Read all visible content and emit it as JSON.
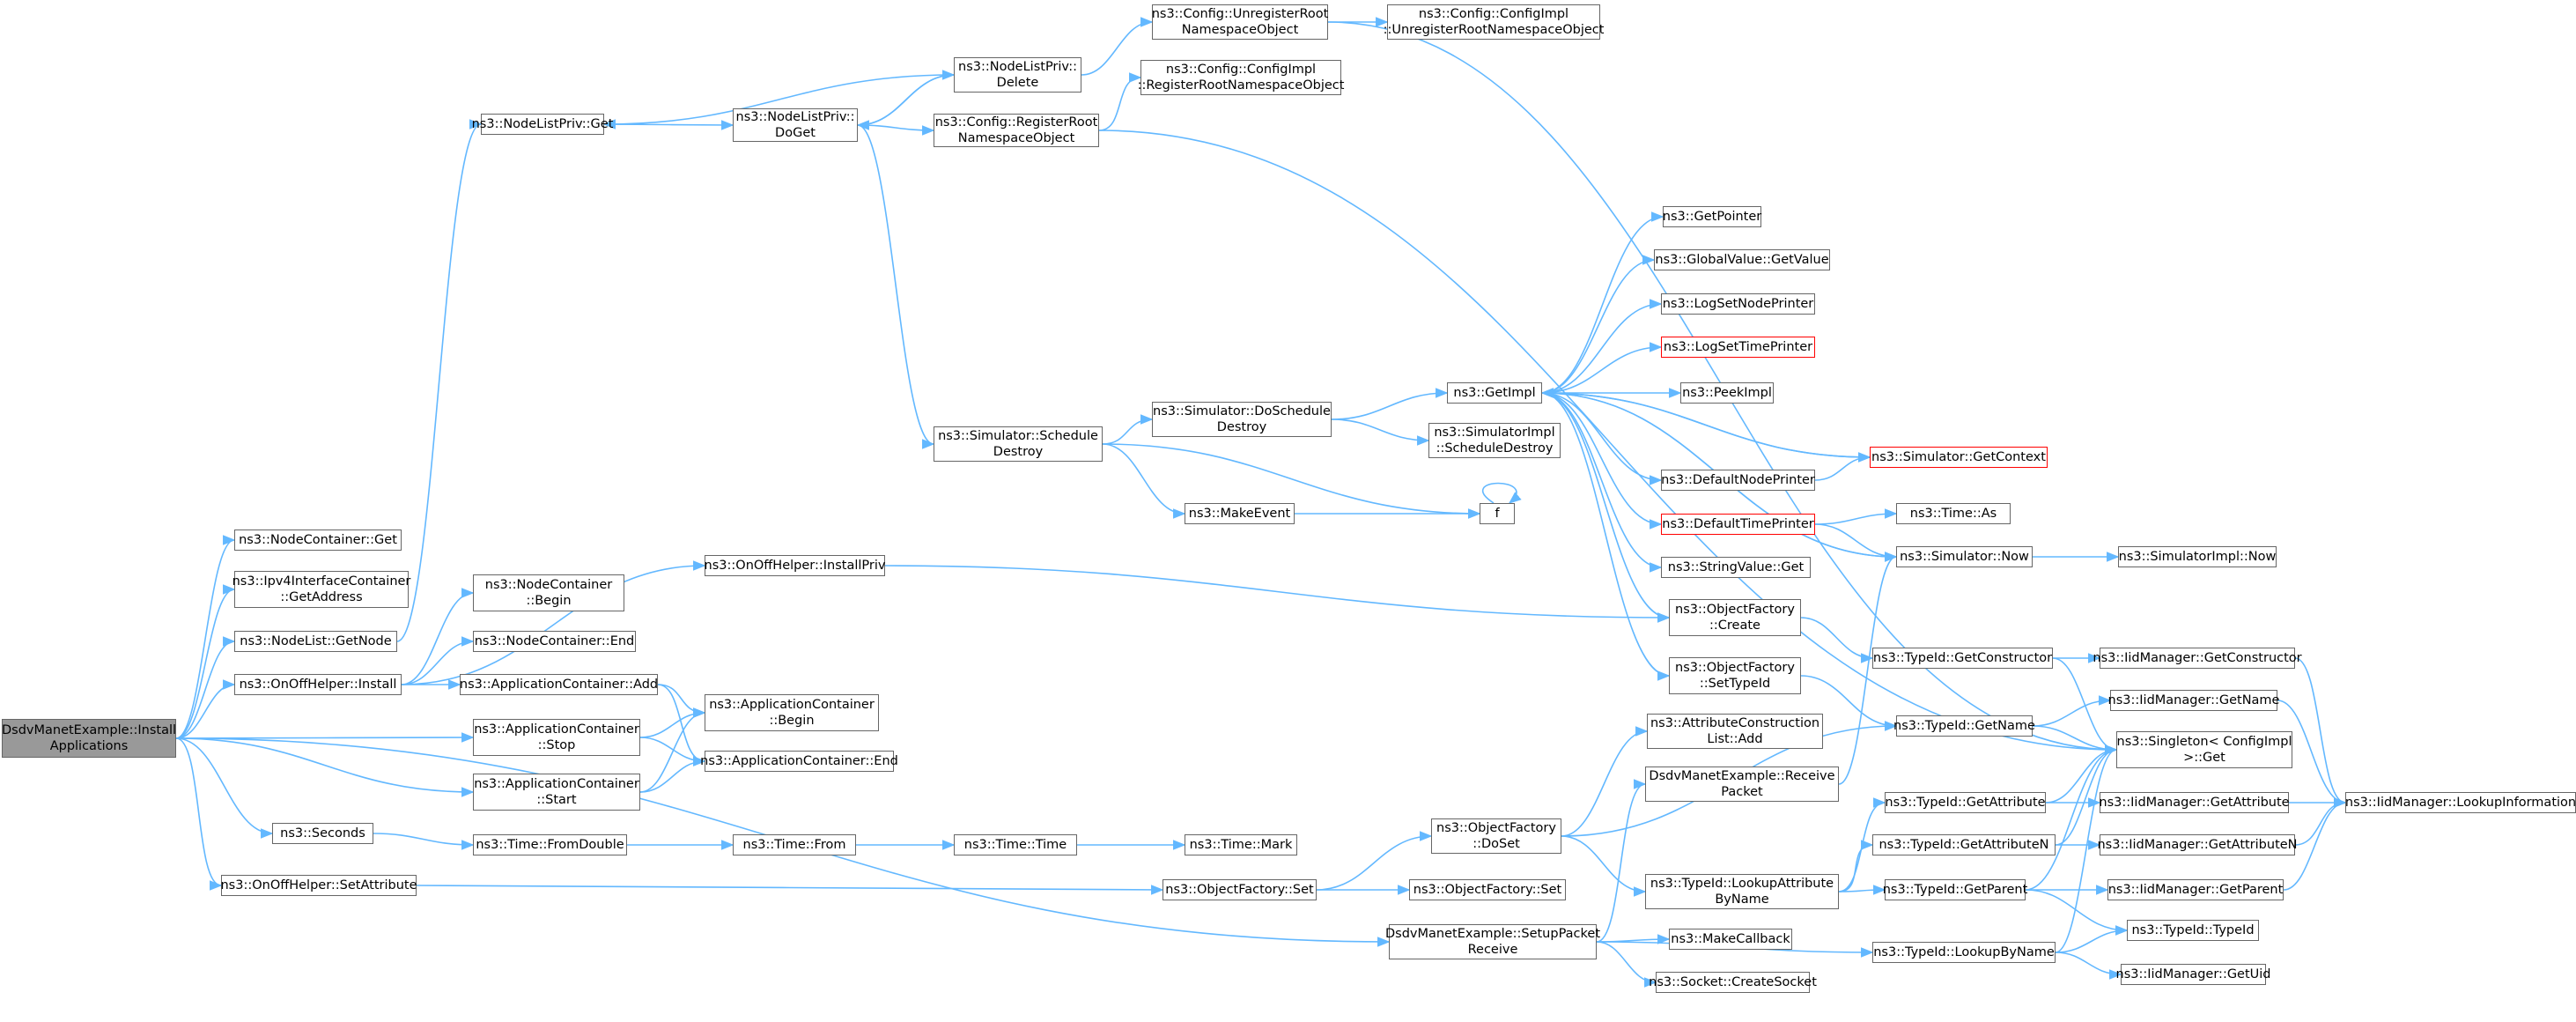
{
  "edge_color": "#63b8ff",
  "node_border_color": "#666666",
  "root_fill": "#999999",
  "truncated_border_color": "#ff0000",
  "nodes": [
    {
      "id": "root",
      "lines": [
        "DsdvManetExample::Install",
        "Applications"
      ],
      "root": true
    },
    {
      "id": "nc_get",
      "lines": [
        "ns3::NodeContainer::Get"
      ]
    },
    {
      "id": "ipv4_getaddr",
      "lines": [
        "ns3::Ipv4InterfaceContainer",
        "::GetAddress"
      ]
    },
    {
      "id": "nodelist_getnode",
      "lines": [
        "ns3::NodeList::GetNode"
      ]
    },
    {
      "id": "onoff_install",
      "lines": [
        "ns3::OnOffHelper::Install"
      ]
    },
    {
      "id": "seconds",
      "lines": [
        "ns3::Seconds"
      ]
    },
    {
      "id": "onoff_setattr",
      "lines": [
        "ns3::OnOffHelper::SetAttribute"
      ]
    },
    {
      "id": "nlp_get",
      "lines": [
        "ns3::NodeListPriv::Get"
      ]
    },
    {
      "id": "onoff_installpriv",
      "lines": [
        "ns3::OnOffHelper::InstallPriv"
      ]
    },
    {
      "id": "nc_begin",
      "lines": [
        "ns3::NodeContainer",
        "::Begin"
      ]
    },
    {
      "id": "nc_end",
      "lines": [
        "ns3::NodeContainer::End"
      ]
    },
    {
      "id": "ac_add",
      "lines": [
        "ns3::ApplicationContainer::Add"
      ]
    },
    {
      "id": "ac_stop",
      "lines": [
        "ns3::ApplicationContainer",
        "::Stop"
      ]
    },
    {
      "id": "ac_start",
      "lines": [
        "ns3::ApplicationContainer",
        "::Start"
      ]
    },
    {
      "id": "time_fromdouble",
      "lines": [
        "ns3::Time::FromDouble"
      ]
    },
    {
      "id": "nlp_doget",
      "lines": [
        "ns3::NodeListPriv::",
        "DoGet"
      ]
    },
    {
      "id": "ac_begin",
      "lines": [
        "ns3::ApplicationContainer",
        "::Begin"
      ]
    },
    {
      "id": "ac_end",
      "lines": [
        "ns3::ApplicationContainer::End"
      ]
    },
    {
      "id": "time_from",
      "lines": [
        "ns3::Time::From"
      ]
    },
    {
      "id": "nlp_delete",
      "lines": [
        "ns3::NodeListPriv::",
        "Delete"
      ]
    },
    {
      "id": "cfg_register",
      "lines": [
        "ns3::Config::RegisterRoot",
        "NamespaceObject"
      ]
    },
    {
      "id": "sim_schedule_destroy",
      "lines": [
        "ns3::Simulator::Schedule",
        "Destroy"
      ]
    },
    {
      "id": "time_time",
      "lines": [
        "ns3::Time::Time"
      ]
    },
    {
      "id": "cfg_unregister",
      "lines": [
        "ns3::Config::UnregisterRoot",
        "NamespaceObject"
      ]
    },
    {
      "id": "cfgimpl_register",
      "lines": [
        "ns3::Config::ConfigImpl",
        "::RegisterRootNamespaceObject"
      ]
    },
    {
      "id": "sim_doschedule_destroy",
      "lines": [
        "ns3::Simulator::DoSchedule",
        "Destroy"
      ]
    },
    {
      "id": "make_event",
      "lines": [
        "ns3::MakeEvent"
      ]
    },
    {
      "id": "time_mark",
      "lines": [
        "ns3::Time::Mark"
      ]
    },
    {
      "id": "objfactory_set",
      "lines": [
        "ns3::ObjectFactory::Set"
      ]
    },
    {
      "id": "cfgimpl_unregister",
      "lines": [
        "ns3::Config::ConfigImpl",
        "::UnregisterRootNamespaceObject"
      ]
    },
    {
      "id": "getimpl",
      "lines": [
        "ns3::GetImpl"
      ]
    },
    {
      "id": "simimpl_schedule_destroy",
      "lines": [
        "ns3::SimulatorImpl",
        "::ScheduleDestroy"
      ]
    },
    {
      "id": "f",
      "lines": [
        "f"
      ]
    },
    {
      "id": "objfactory_doset",
      "lines": [
        "ns3::ObjectFactory",
        "::DoSet"
      ]
    },
    {
      "id": "objfactory_set2",
      "lines": [
        "ns3::ObjectFactory::Set"
      ]
    },
    {
      "id": "setup_packet_receive",
      "lines": [
        "DsdvManetExample::SetupPacket",
        "Receive"
      ]
    },
    {
      "id": "get_pointer",
      "lines": [
        "ns3::GetPointer"
      ]
    },
    {
      "id": "globalvalue_getvalue",
      "lines": [
        "ns3::GlobalValue::GetValue"
      ]
    },
    {
      "id": "logsetnodeprinter",
      "lines": [
        "ns3::LogSetNodePrinter"
      ]
    },
    {
      "id": "logsettimeprinter",
      "lines": [
        "ns3::LogSetTimePrinter"
      ],
      "red": true
    },
    {
      "id": "peekimpl",
      "lines": [
        "ns3::PeekImpl"
      ]
    },
    {
      "id": "defaultnodeprinter",
      "lines": [
        "ns3::DefaultNodePrinter"
      ]
    },
    {
      "id": "defaulttimeprinter",
      "lines": [
        "ns3::DefaultTimePrinter"
      ],
      "red": true
    },
    {
      "id": "stringvalue_get",
      "lines": [
        "ns3::StringValue::Get"
      ]
    },
    {
      "id": "objfactory_create",
      "lines": [
        "ns3::ObjectFactory",
        "::Create"
      ]
    },
    {
      "id": "objfactory_settypeid",
      "lines": [
        "ns3::ObjectFactory",
        "::SetTypeId"
      ]
    },
    {
      "id": "attrconstruction_add",
      "lines": [
        "ns3::AttributeConstruction",
        "List::Add"
      ]
    },
    {
      "id": "receive_packet",
      "lines": [
        "DsdvManetExample::Receive",
        "Packet"
      ]
    },
    {
      "id": "typeid_lookupattr",
      "lines": [
        "ns3::TypeId::LookupAttribute",
        "ByName"
      ]
    },
    {
      "id": "make_callback",
      "lines": [
        "ns3::MakeCallback"
      ]
    },
    {
      "id": "socket_create",
      "lines": [
        "ns3::Socket::CreateSocket"
      ]
    },
    {
      "id": "sim_getcontext",
      "lines": [
        "ns3::Simulator::GetContext"
      ],
      "red": true
    },
    {
      "id": "time_as",
      "lines": [
        "ns3::Time::As"
      ]
    },
    {
      "id": "sim_now",
      "lines": [
        "ns3::Simulator::Now"
      ]
    },
    {
      "id": "typeid_getconstructor",
      "lines": [
        "ns3::TypeId::GetConstructor"
      ]
    },
    {
      "id": "typeid_getname",
      "lines": [
        "ns3::TypeId::GetName"
      ]
    },
    {
      "id": "typeid_getattribute",
      "lines": [
        "ns3::TypeId::GetAttribute"
      ]
    },
    {
      "id": "typeid_getattributen",
      "lines": [
        "ns3::TypeId::GetAttributeN"
      ]
    },
    {
      "id": "typeid_getparent",
      "lines": [
        "ns3::TypeId::GetParent"
      ]
    },
    {
      "id": "typeid_lookupbyname",
      "lines": [
        "ns3::TypeId::LookupByName"
      ]
    },
    {
      "id": "simimpl_now",
      "lines": [
        "ns3::SimulatorImpl::Now"
      ]
    },
    {
      "id": "iid_getconstructor",
      "lines": [
        "ns3::IidManager::GetConstructor"
      ]
    },
    {
      "id": "iid_getname",
      "lines": [
        "ns3::IidManager::GetName"
      ]
    },
    {
      "id": "singleton_get",
      "lines": [
        "ns3::Singleton< ConfigImpl",
        "  >::Get"
      ]
    },
    {
      "id": "iid_getattribute",
      "lines": [
        "ns3::IidManager::GetAttribute"
      ]
    },
    {
      "id": "iid_getattributen",
      "lines": [
        "ns3::IidManager::GetAttributeN"
      ]
    },
    {
      "id": "iid_getparent",
      "lines": [
        "ns3::IidManager::GetParent"
      ]
    },
    {
      "id": "typeid_typeid",
      "lines": [
        "ns3::TypeId::TypeId"
      ]
    },
    {
      "id": "iid_getuid",
      "lines": [
        "ns3::IidManager::GetUid"
      ]
    },
    {
      "id": "iid_lookupinformation",
      "lines": [
        "ns3::IidManager::LookupInformation"
      ]
    }
  ],
  "edges": [
    [
      "root",
      "nc_get"
    ],
    [
      "root",
      "ipv4_getaddr"
    ],
    [
      "root",
      "nodelist_getnode"
    ],
    [
      "root",
      "onoff_install"
    ],
    [
      "root",
      "ac_stop"
    ],
    [
      "root",
      "ac_start"
    ],
    [
      "root",
      "seconds"
    ],
    [
      "root",
      "onoff_setattr"
    ],
    [
      "root",
      "setup_packet_receive"
    ],
    [
      "nodelist_getnode",
      "nlp_get"
    ],
    [
      "nlp_get",
      "nlp_doget"
    ],
    [
      "nlp_doget",
      "nlp_delete"
    ],
    [
      "nlp_doget",
      "cfg_register"
    ],
    [
      "nlp_doget",
      "sim_schedule_destroy"
    ],
    [
      "nlp_delete",
      "nlp_get"
    ],
    [
      "nlp_delete",
      "nlp_doget"
    ],
    [
      "nlp_delete",
      "cfg_unregister"
    ],
    [
      "cfg_unregister",
      "cfgimpl_unregister"
    ],
    [
      "cfg_unregister",
      "singleton_get"
    ],
    [
      "cfg_register",
      "cfgimpl_register"
    ],
    [
      "cfg_register",
      "singleton_get"
    ],
    [
      "sim_schedule_destroy",
      "sim_doschedule_destroy"
    ],
    [
      "sim_schedule_destroy",
      "f"
    ],
    [
      "sim_schedule_destroy",
      "make_event"
    ],
    [
      "sim_doschedule_destroy",
      "getimpl"
    ],
    [
      "sim_doschedule_destroy",
      "simimpl_schedule_destroy"
    ],
    [
      "make_event",
      "f"
    ],
    [
      "f",
      "f"
    ],
    [
      "getimpl",
      "get_pointer"
    ],
    [
      "getimpl",
      "globalvalue_getvalue"
    ],
    [
      "getimpl",
      "logsetnodeprinter"
    ],
    [
      "getimpl",
      "logsettimeprinter"
    ],
    [
      "getimpl",
      "peekimpl"
    ],
    [
      "getimpl",
      "sim_getcontext"
    ],
    [
      "getimpl",
      "defaultnodeprinter"
    ],
    [
      "getimpl",
      "defaulttimeprinter"
    ],
    [
      "getimpl",
      "stringvalue_get"
    ],
    [
      "getimpl",
      "objfactory_create"
    ],
    [
      "getimpl",
      "objfactory_settypeid"
    ],
    [
      "getimpl",
      "sim_now"
    ],
    [
      "sim_getcontext",
      "getimpl"
    ],
    [
      "defaultnodeprinter",
      "sim_getcontext"
    ],
    [
      "defaulttimeprinter",
      "time_as"
    ],
    [
      "defaulttimeprinter",
      "sim_now"
    ],
    [
      "sim_now",
      "getimpl"
    ],
    [
      "sim_now",
      "simimpl_now"
    ],
    [
      "onoff_install",
      "nc_begin"
    ],
    [
      "onoff_install",
      "nc_end"
    ],
    [
      "onoff_install",
      "ac_add"
    ],
    [
      "onoff_install",
      "onoff_installpriv"
    ],
    [
      "onoff_installpriv",
      "objfactory_create"
    ],
    [
      "objfactory_create",
      "typeid_getconstructor"
    ],
    [
      "typeid_getconstructor",
      "iid_getconstructor"
    ],
    [
      "typeid_getconstructor",
      "singleton_get"
    ],
    [
      "iid_getconstructor",
      "iid_lookupinformation"
    ],
    [
      "objfactory_settypeid",
      "typeid_getname"
    ],
    [
      "typeid_getname",
      "iid_getname"
    ],
    [
      "typeid_getname",
      "singleton_get"
    ],
    [
      "iid_getname",
      "iid_lookupinformation"
    ],
    [
      "ac_add",
      "ac_begin"
    ],
    [
      "ac_add",
      "ac_end"
    ],
    [
      "ac_stop",
      "ac_begin"
    ],
    [
      "ac_stop",
      "ac_end"
    ],
    [
      "ac_start",
      "ac_begin"
    ],
    [
      "ac_start",
      "ac_end"
    ],
    [
      "seconds",
      "time_fromdouble"
    ],
    [
      "time_fromdouble",
      "time_from"
    ],
    [
      "time_from",
      "time_time"
    ],
    [
      "time_time",
      "time_mark"
    ],
    [
      "onoff_setattr",
      "objfactory_set"
    ],
    [
      "objfactory_set",
      "objfactory_doset"
    ],
    [
      "objfactory_set",
      "objfactory_set2"
    ],
    [
      "objfactory_doset",
      "attrconstruction_add"
    ],
    [
      "objfactory_doset",
      "typeid_getname"
    ],
    [
      "objfactory_doset",
      "typeid_lookupattr"
    ],
    [
      "typeid_lookupattr",
      "typeid_getattribute"
    ],
    [
      "typeid_lookupattr",
      "typeid_getattributen"
    ],
    [
      "typeid_lookupattr",
      "typeid_getparent"
    ],
    [
      "typeid_getattribute",
      "iid_getattribute"
    ],
    [
      "typeid_getattribute",
      "singleton_get"
    ],
    [
      "typeid_getattributen",
      "iid_getattributen"
    ],
    [
      "typeid_getattributen",
      "singleton_get"
    ],
    [
      "typeid_getparent",
      "iid_getparent"
    ],
    [
      "typeid_getparent",
      "singleton_get"
    ],
    [
      "typeid_getparent",
      "typeid_typeid"
    ],
    [
      "iid_getattribute",
      "iid_lookupinformation"
    ],
    [
      "iid_getattributen",
      "iid_lookupinformation"
    ],
    [
      "iid_getparent",
      "iid_lookupinformation"
    ],
    [
      "setup_packet_receive",
      "receive_packet"
    ],
    [
      "setup_packet_receive",
      "make_callback"
    ],
    [
      "setup_packet_receive",
      "socket_create"
    ],
    [
      "setup_packet_receive",
      "typeid_lookupbyname"
    ],
    [
      "receive_packet",
      "sim_now"
    ],
    [
      "typeid_lookupbyname",
      "typeid_typeid"
    ],
    [
      "typeid_lookupbyname",
      "iid_getuid"
    ],
    [
      "typeid_lookupbyname",
      "singleton_get"
    ]
  ]
}
